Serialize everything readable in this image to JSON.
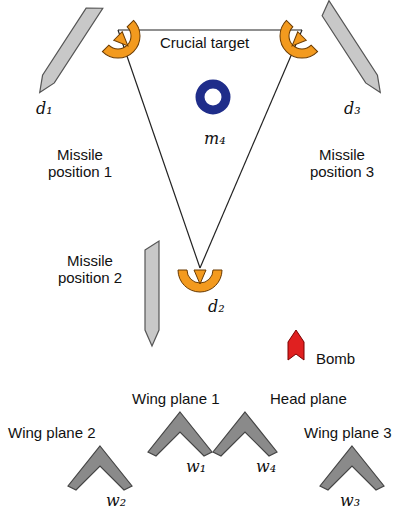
{
  "diagram": {
    "labels": [
      "Missile position 1",
      "d₁",
      "Crucial target",
      "m₄",
      "Missile position 3",
      "d₃",
      "Missile position 2",
      "d₂",
      "Bomb",
      "Wing plane 1",
      "Head plane",
      "w₁",
      "w₄",
      "Wing plane 2",
      "Wing plane 3",
      "w₂",
      "w₃"
    ]
  }
}
